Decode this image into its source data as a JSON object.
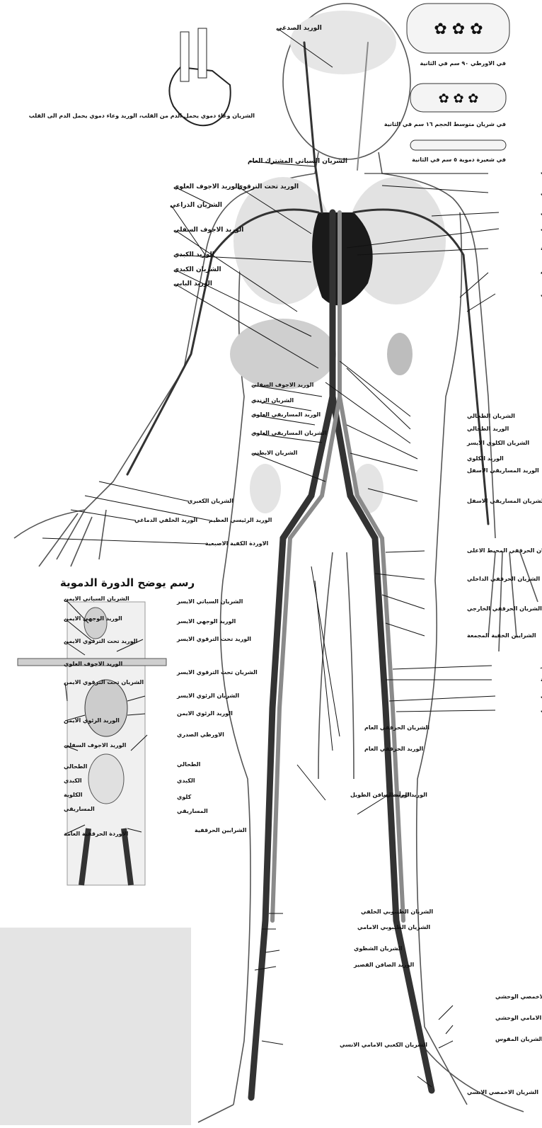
{
  "title": "رسم يوضح الدورة الدموية",
  "vessel_panels": {
    "aorta": "في الاورطي ٩٠ سم في الثانية",
    "medium_artery": "في شريان متوسط الحجم ١٦ سم في الثانية",
    "arteriole": "في شعيرة دموية ٥ سم في الثانية"
  },
  "heart_inset": {
    "caption": "الشريان وعاء دموي يحمل الدم من القلب، الوريد وعاء دموي يحمل الدم الى القلب"
  },
  "labels_top": [
    "الوريد الصدغي",
    "الشريان السباتي المشترك العام",
    "الوريد تحت الترقوي",
    "الوريد الاجوف العلوي",
    "الشريان الذراعي",
    "الوريد الاجوف السفلي",
    "الوريد الكبدي",
    "الشريان الكبدي",
    "الوريد البابي"
  ],
  "labels_right": [
    "الوريد الرقبي الداخلي",
    "الوريد الرقبي الخارجي",
    "الوريد الابطي",
    "الشريان الرئوي",
    "الاوردة الرئوية",
    "الوريد الرئيسي العظيم",
    "الوريد الخلفي الدماغي",
    "الشريان الطحالي",
    "الوريد الطحالي",
    "الشريان الكلوي الايسر",
    "الوريد الكلوي",
    "الوريد المساريقي الاسفل",
    "الشريان المساريقي الاسفل",
    "الشريان الحرقفي المحيط الاعلى",
    "الشريان الحرقفي الداخلي",
    "الشريان الحرقفي الخارجي",
    "الشرايين الخفية المجمعة",
    "الشريان الفخذي الغائر",
    "الفرع النازل من الشرايين الفخذية المحيطة",
    "الشريان الفخذي",
    "الوريد الفخذي"
  ],
  "labels_middle": [
    "الوريد الاجوف السفلي",
    "الشريان الزندي",
    "الوريد المساريقي العلوي",
    "الشريان المساريقي العلوي",
    "الشريان الابطني",
    "الشريان الكعبري",
    "الوريد الرئيسي العظيم",
    "الوريد الخلفي الدماغي",
    "الاوردة الكفية الاصبعية",
    "الشريان الحرقفي العام",
    "الوريد الحرقفي العام",
    "الوريد الصافن الطويل",
    "الوريد المأبضي"
  ],
  "labels_lower": [
    "الشريان الظنبوبي الخلفي",
    "الشريان الظنبوبي الامامي",
    "الشريان الشظوي",
    "الوريد الصافن القصير",
    "الشريان الكعبي الامامي الانسي",
    "الشريان الاخمصي الوحشي",
    "الشريان الكعبي الامامي الوحشي",
    "الشريان المقوس",
    "الشريان الاخمصي الانسي"
  ],
  "schematic_labels": [
    "الشريان السباتي الايمن",
    "الوريد الوجهي الايمن",
    "الوريد تحت الترقوي الايمن",
    "الوريد الاجوف العلوي",
    "الشريان تحت الترقوي الايمن",
    "الوريد الرئوي الايمن",
    "الوريد الاجوف السفلي",
    "الطحالي",
    "الكبدي",
    "الكلوية",
    "المساريقي",
    "الاوردة الحرقفية العامة",
    "الشريان السباتي الايسر",
    "الوريد الوجهي الايسر",
    "الوريد تحت الترقوي الايسر",
    "الشريان تحت الترقوي الايسر",
    "الشريان الرئوي الايسر",
    "الوريد الرئوي الايمن",
    "الاورطي الصدري",
    "الطحالي",
    "الكبدي",
    "كلوي",
    "المساريقي",
    "الشرايين الحرقفية"
  ],
  "colors": {
    "ink": "#111111",
    "artery": "#333333",
    "vein": "#8a8a8a",
    "organ": "#d6d6d6",
    "heart": "#1a1a1a"
  }
}
